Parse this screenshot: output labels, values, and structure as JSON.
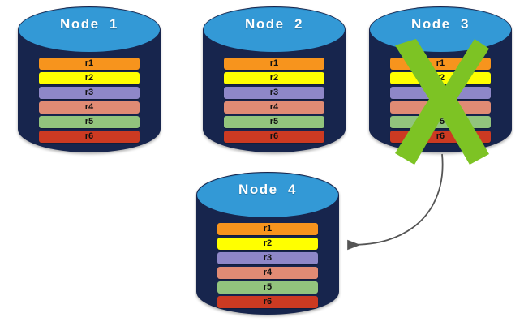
{
  "diagram": {
    "type": "replication-failover-diagram",
    "colors": {
      "cylinder_body": "#17254d",
      "cylinder_top": "#3399d6",
      "x_mark": "#7dc324",
      "arrow": "#555555",
      "background": "#ffffff",
      "title_text": "#ffffff",
      "row_text": "#111111"
    },
    "row_palette": {
      "r1": "#f7941d",
      "r2": "#ffff00",
      "r3": "#8e87c8",
      "r4": "#e08b74",
      "r5": "#92c47d",
      "r6": "#cc3a22"
    }
  },
  "nodes": [
    {
      "id": "node-1",
      "title": "Node  1",
      "failed": false,
      "rows": [
        {
          "label": "r1",
          "color": "#f7941d"
        },
        {
          "label": "r2",
          "color": "#ffff00"
        },
        {
          "label": "r3",
          "color": "#8e87c8"
        },
        {
          "label": "r4",
          "color": "#e08b74"
        },
        {
          "label": "r5",
          "color": "#92c47d"
        },
        {
          "label": "r6",
          "color": "#cc3a22"
        }
      ]
    },
    {
      "id": "node-2",
      "title": "Node  2",
      "failed": false,
      "rows": [
        {
          "label": "r1",
          "color": "#f7941d"
        },
        {
          "label": "r2",
          "color": "#ffff00"
        },
        {
          "label": "r3",
          "color": "#8e87c8"
        },
        {
          "label": "r4",
          "color": "#e08b74"
        },
        {
          "label": "r5",
          "color": "#92c47d"
        },
        {
          "label": "r6",
          "color": "#cc3a22"
        }
      ]
    },
    {
      "id": "node-3",
      "title": "Node  3",
      "failed": true,
      "rows": [
        {
          "label": "r1",
          "color": "#f7941d"
        },
        {
          "label": "r2",
          "color": "#ffff00"
        },
        {
          "label": "r3",
          "color": "#8e87c8"
        },
        {
          "label": "r4",
          "color": "#e08b74"
        },
        {
          "label": "r5",
          "color": "#92c47d"
        },
        {
          "label": "r6",
          "color": "#cc3a22"
        }
      ]
    },
    {
      "id": "node-4",
      "title": "Node  4",
      "failed": false,
      "rows": [
        {
          "label": "r1",
          "color": "#f7941d"
        },
        {
          "label": "r2",
          "color": "#ffff00"
        },
        {
          "label": "r3",
          "color": "#8e87c8"
        },
        {
          "label": "r4",
          "color": "#e08b74"
        },
        {
          "label": "r5",
          "color": "#92c47d"
        },
        {
          "label": "r6",
          "color": "#cc3a22"
        }
      ]
    }
  ],
  "connectors": [
    {
      "id": "failover-arrow",
      "from": "node-3",
      "to": "node-4",
      "style": "curved-arrow",
      "color": "#555555"
    }
  ]
}
